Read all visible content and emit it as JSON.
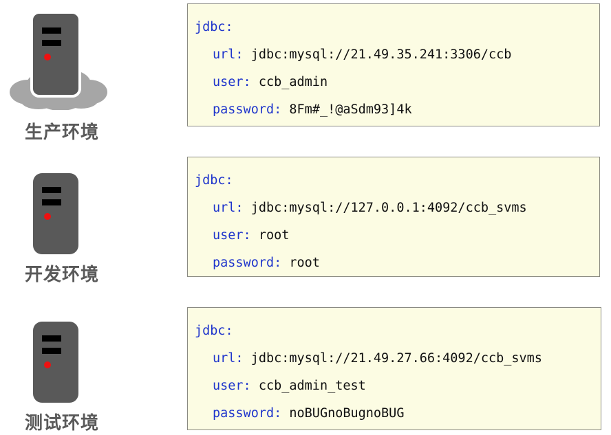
{
  "colors": {
    "panel_background": "#fcfce3",
    "panel_border": "#8a8a82",
    "key_text": "#1f35cc",
    "value_text": "#111111",
    "server_body": "#595959",
    "server_led": "#ee1111",
    "cloud": "#a6a6a6",
    "label_text": "#595959"
  },
  "environments": [
    {
      "label": "生产环境",
      "icon": "server-with-cloud-icon",
      "has_cloud": true,
      "config": {
        "root_key": "jdbc:",
        "entries": [
          {
            "key": "url:",
            "value": "jdbc:mysql://21.49.35.241:3306/ccb"
          },
          {
            "key": "user:",
            "value": "ccb_admin"
          },
          {
            "key": "password:",
            "value": "8Fm#_!@aSdm93]4k"
          }
        ]
      }
    },
    {
      "label": "开发环境",
      "icon": "server-icon",
      "has_cloud": false,
      "config": {
        "root_key": "jdbc:",
        "entries": [
          {
            "key": "url:",
            "value": "jdbc:mysql://127.0.0.1:4092/ccb_svms"
          },
          {
            "key": "user:",
            "value": "root"
          },
          {
            "key": "password:",
            "value": "root"
          }
        ]
      }
    },
    {
      "label": "测试环境",
      "icon": "server-icon",
      "has_cloud": false,
      "config": {
        "root_key": "jdbc:",
        "entries": [
          {
            "key": "url:",
            "value": "jdbc:mysql://21.49.27.66:4092/ccb_svms"
          },
          {
            "key": "user:",
            "value": "ccb_admin_test"
          },
          {
            "key": "password:",
            "value": "noBUGnoBugnoBUG"
          }
        ]
      }
    }
  ]
}
